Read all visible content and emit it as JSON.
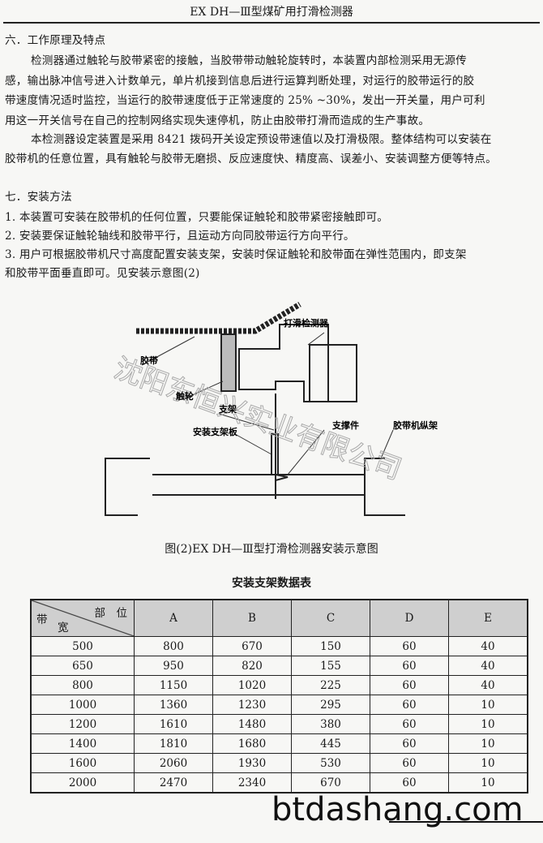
{
  "header": {
    "title": "EX DH—Ⅲ型煤矿用打滑检测器"
  },
  "section6": {
    "heading": "六．工作原理及特点",
    "lines": [
      "检测器通过触轮与胶带紧密的接触，当胶带带动触轮旋转时，本装置内部检测采用无源传",
      "感，输出脉冲信号进入计数单元，单片机接到信息后进行运算判断处理，对运行的胶带运行的胶",
      "带速度情况适时监控，当运行的胶带速度低于正常速度的 25% ~30%，发出一开关量，用户可利",
      "用这一开关信号在自己的控制网络实现失速停机，防止由胶带打滑而造成的生产事故。",
      "本检测器设定装置是采用 8421 拨码开关设定预设带速值以及打滑极限。整体结构可以安装在",
      "胶带机的任意位置，具有触轮与胶带无磨损、反应速度快、精度高、误差小、安装调整方便等特点。"
    ]
  },
  "section7": {
    "heading": "七．安装方法",
    "lines": [
      "1. 本装置可安装在胶带机的任何位置，只要能保证触轮和胶带紧密接触即可。",
      "2. 安装要保证触轮轴线和胶带平行，且运动方向同胶带运行方向平行。",
      "3. 用户可根据胶带机尺寸高度配置安装支架，安装时保证触轮和胶带面在弹性范围内，即支架",
      "和胶带平面垂直即可。见安装示意图(2)"
    ]
  },
  "figure": {
    "labels": {
      "detector": "打滑检测器",
      "belt": "胶带",
      "wheel": "触轮",
      "bracket": "支架",
      "plate": "安装支架板",
      "support": "支撑件",
      "frame": "胶带机纵架"
    },
    "caption": "图(2)EX DH—Ⅲ型打滑检测器安装示意图",
    "watermark": "沈阳东恒兴实业有限公司"
  },
  "table": {
    "title": "安装支架数据表",
    "corner_top": "部　位",
    "corner_bottom_left": "带",
    "corner_bottom": "宽",
    "columns": [
      "A",
      "B",
      "C",
      "D",
      "E"
    ],
    "rows": [
      [
        "500",
        "800",
        "670",
        "150",
        "60",
        "40"
      ],
      [
        "650",
        "950",
        "820",
        "155",
        "60",
        "40"
      ],
      [
        "800",
        "1150",
        "1020",
        "225",
        "60",
        "40"
      ],
      [
        "1000",
        "1360",
        "1230",
        "295",
        "60",
        "10"
      ],
      [
        "1200",
        "1610",
        "1480",
        "380",
        "60",
        "10"
      ],
      [
        "1400",
        "1810",
        "1680",
        "445",
        "60",
        "10"
      ],
      [
        "1600",
        "2060",
        "1930",
        "530",
        "60",
        "10"
      ],
      [
        "2000",
        "2470",
        "2340",
        "670",
        "60",
        "10"
      ]
    ]
  },
  "footer": {
    "watermark": "btdashang.com"
  }
}
